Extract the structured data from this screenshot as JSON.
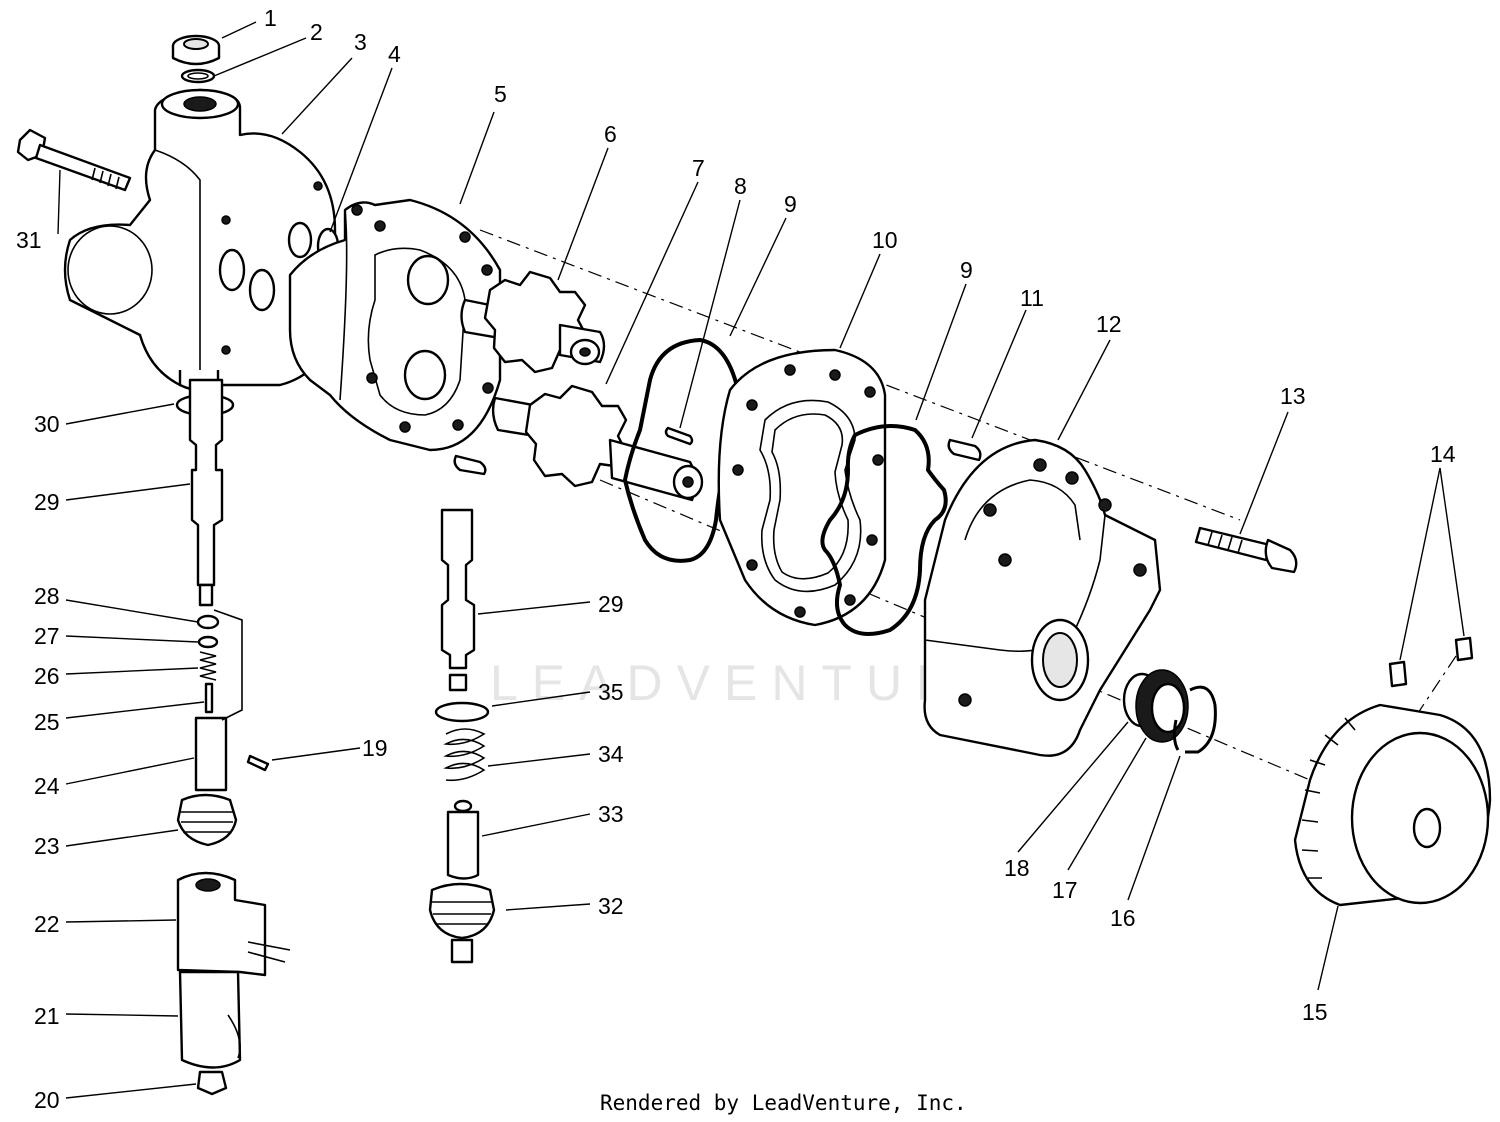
{
  "diagram": {
    "watermark": "LEADVENTURE",
    "footer": "Rendered by LeadVenture, Inc.",
    "callouts": [
      "1",
      "2",
      "3",
      "4",
      "5",
      "6",
      "7",
      "8",
      "9",
      "9",
      "10",
      "11",
      "12",
      "13",
      "14",
      "15",
      "16",
      "17",
      "18",
      "19",
      "20",
      "21",
      "22",
      "23",
      "24",
      "25",
      "26",
      "27",
      "28",
      "29",
      "29",
      "30",
      "31",
      "32",
      "33",
      "34",
      "35"
    ],
    "colors": {
      "line": "#000000",
      "background": "#ffffff",
      "watermark": "#d0d0d0"
    }
  }
}
